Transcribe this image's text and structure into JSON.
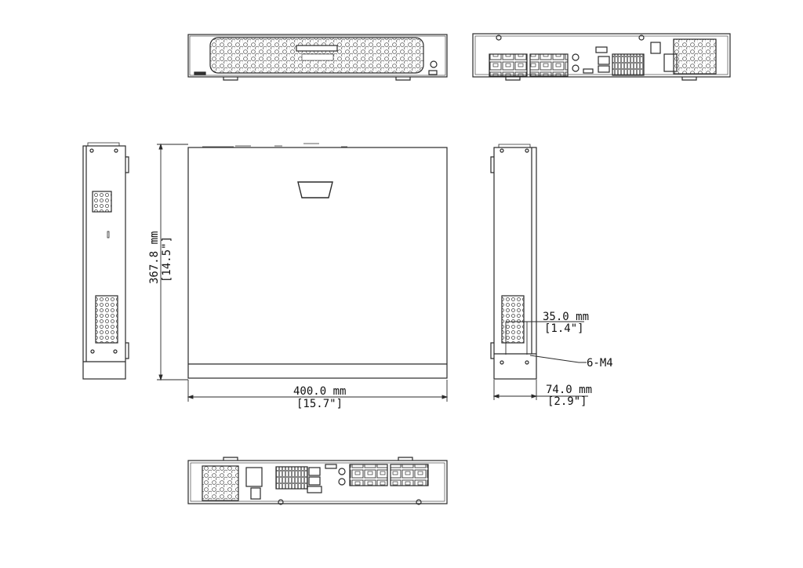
{
  "drawing": {
    "type": "dimension-drawing",
    "views": [
      "front-panel",
      "rear-panel",
      "left-side",
      "top",
      "right-side",
      "rear-panel-inverted"
    ],
    "colors": {
      "line": "#2a2a2a",
      "background": "#ffffff",
      "mesh": "#555555"
    }
  },
  "dimensions": {
    "height": {
      "mm": "367.8 mm",
      "inch": "[14.5\"]"
    },
    "width": {
      "mm": "400.0 mm",
      "inch": "[15.7\"]"
    },
    "depth": {
      "mm": "74.0 mm",
      "inch": "[2.9\"]"
    },
    "hole_spacing": {
      "mm": "35.0 mm",
      "inch": "[1.4\"]"
    },
    "screw_callout": "6-M4"
  }
}
